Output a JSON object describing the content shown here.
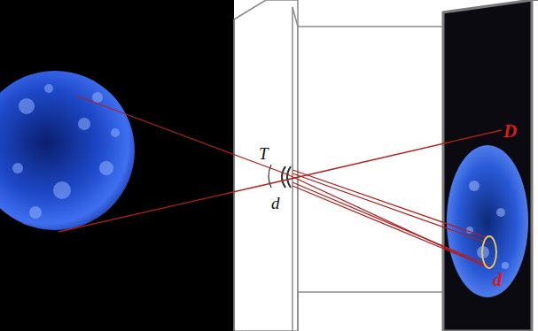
{
  "diagram": {
    "labels": [
      "T",
      "d",
      "D",
      "d"
    ]
  }
}
